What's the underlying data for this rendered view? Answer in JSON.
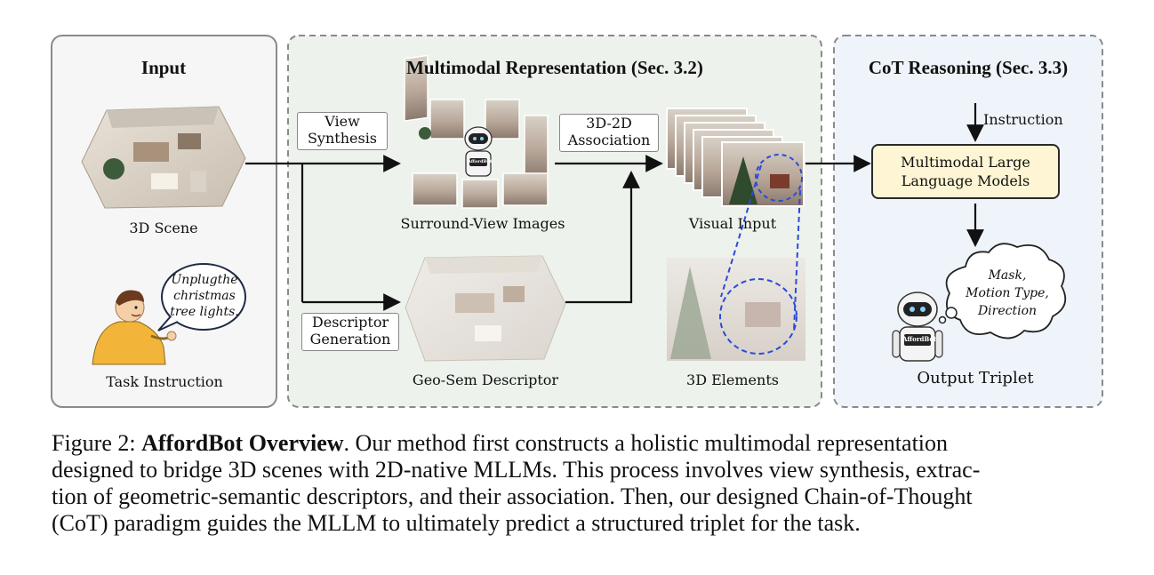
{
  "panels": {
    "input": {
      "title": "Input"
    },
    "multimodal": {
      "title": "Multimodal Representation (Sec. 3.2)"
    },
    "cot": {
      "title": "CoT Reasoning (Sec. 3.3)"
    }
  },
  "labels": {
    "scene_3d": "3D Scene",
    "task_instruction": "Task Instruction",
    "speech": [
      "Unplugthe",
      "christmas",
      "tree lights."
    ],
    "view_synthesis": [
      "View",
      "Synthesis"
    ],
    "descriptor_generation": [
      "Descriptor",
      "Generation"
    ],
    "association": [
      "3D-2D",
      "Association"
    ],
    "surround_view": "Surround-View Images",
    "geo_sem": "Geo-Sem Descriptor",
    "visual_input": "Visual Input",
    "elements_3d": "3D Elements",
    "instruction": "Instruction",
    "mllm": [
      "Multimodal Large",
      "Language Models"
    ],
    "thought": [
      "Mask,",
      "Motion Type,",
      "Direction"
    ],
    "output_triplet": "Output Triplet",
    "robot_badge": "AffordBot"
  },
  "caption": {
    "prefix": "Figure 2: ",
    "bold": "AffordBot Overview",
    "lines": [
      ". Our method first constructs a holistic multimodal representation",
      "designed to bridge 3D scenes with 2D-native MLLMs. This process involves view synthesis, extrac-",
      "tion of geometric-semantic descriptors, and their association. Then, our designed Chain-of-Thought",
      "(CoT) paradigm guides the MLLM to ultimately predict a structured triplet for the task."
    ]
  },
  "colors": {
    "input_bg": "#f6f6f6",
    "multimodal_bg": "#edf2ec",
    "cot_bg": "#eef4fa",
    "mllm_fill": "#fdf5d3",
    "dashed_blue": "#2a4bd8",
    "shirt": "#f2b53a"
  }
}
